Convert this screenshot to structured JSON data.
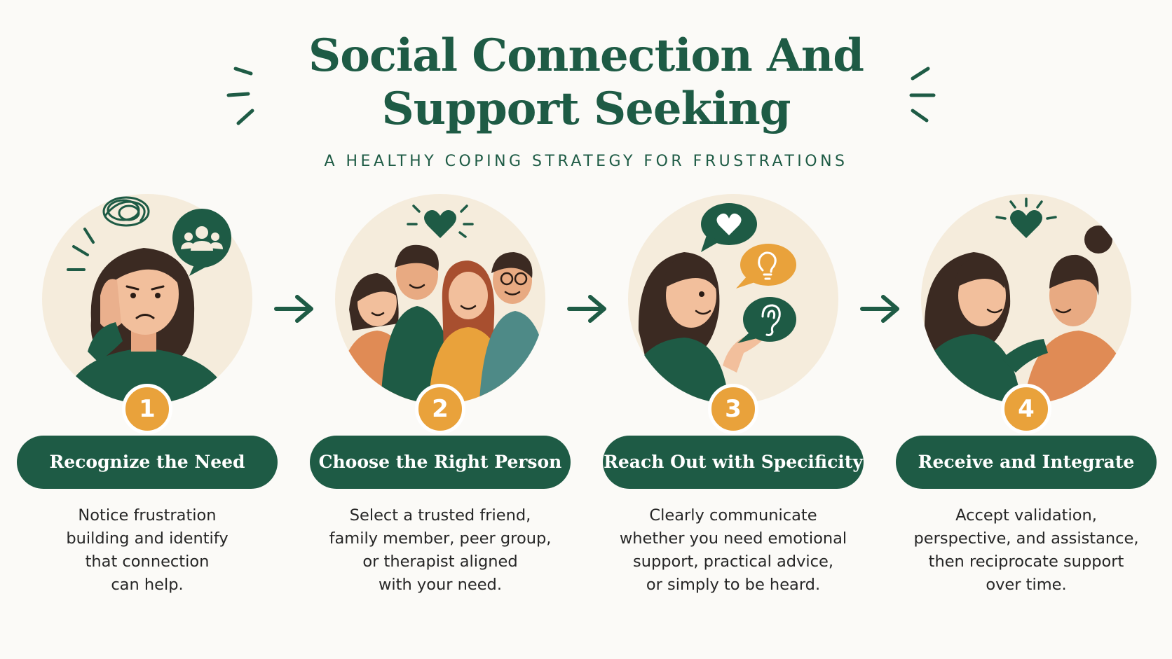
{
  "header": {
    "title_line1": "Social Connection And",
    "title_line2": "Support Seeking",
    "subtitle": "A HEALTHY COPING STRATEGY FOR FRUSTRATIONS"
  },
  "colors": {
    "primary_green": "#1e5b45",
    "accent_orange": "#e9a23b",
    "circle_bg": "#f5ecdc",
    "page_bg": "#fbfaf7"
  },
  "steps": [
    {
      "number": "1",
      "title": "Recognize the Need",
      "description": [
        "Notice frustration",
        "building and identify",
        "that connection",
        "can help."
      ],
      "icons": [
        "tangled-thought-icon",
        "group-speech-bubble-icon"
      ]
    },
    {
      "number": "2",
      "title": "Choose the Right Person",
      "description": [
        "Select a trusted friend,",
        "family member, peer group,",
        "or therapist aligned",
        "with your need."
      ],
      "icons": [
        "heart-icon"
      ]
    },
    {
      "number": "3",
      "title": "Reach Out with Specificity",
      "description": [
        "Clearly communicate",
        "whether you need emotional",
        "support, practical advice,",
        "or simply to be heard."
      ],
      "icons": [
        "heart-bubble-icon",
        "lightbulb-bubble-icon",
        "ear-bubble-icon"
      ]
    },
    {
      "number": "4",
      "title": "Receive and Integrate",
      "description": [
        "Accept validation,",
        "perspective, and assistance,",
        "then reciprocate support",
        "over time."
      ],
      "icons": [
        "heart-icon"
      ]
    }
  ]
}
